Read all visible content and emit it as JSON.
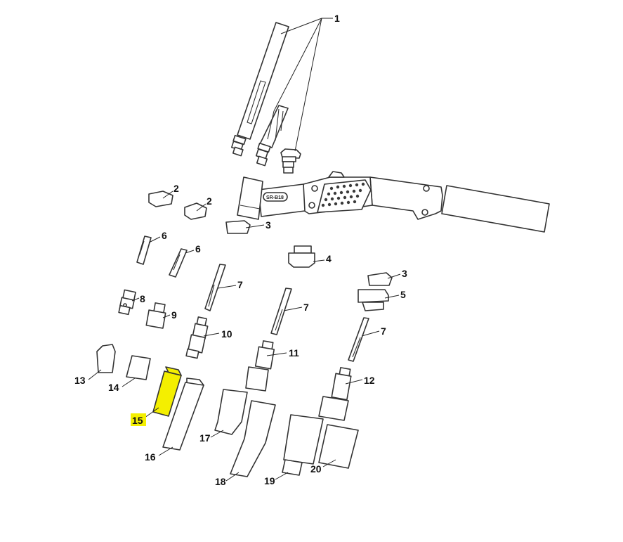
{
  "diagram": {
    "highlighted_part": "15",
    "highlight_color": "#f4ef00",
    "torch_model_label": "SR-B18",
    "callouts": [
      {
        "id": "c1",
        "label": "1"
      },
      {
        "id": "c2a",
        "label": "2"
      },
      {
        "id": "c2b",
        "label": "2"
      },
      {
        "id": "c3a",
        "label": "3"
      },
      {
        "id": "c3b",
        "label": "3"
      },
      {
        "id": "c4",
        "label": "4"
      },
      {
        "id": "c5",
        "label": "5"
      },
      {
        "id": "c6a",
        "label": "6"
      },
      {
        "id": "c6b",
        "label": "6"
      },
      {
        "id": "c7a",
        "label": "7"
      },
      {
        "id": "c7b",
        "label": "7"
      },
      {
        "id": "c7c",
        "label": "7"
      },
      {
        "id": "c8",
        "label": "8"
      },
      {
        "id": "c9",
        "label": "9"
      },
      {
        "id": "c10",
        "label": "10"
      },
      {
        "id": "c11",
        "label": "11"
      },
      {
        "id": "c12",
        "label": "12"
      },
      {
        "id": "c13",
        "label": "13"
      },
      {
        "id": "c14",
        "label": "14"
      },
      {
        "id": "c15",
        "label": "15"
      },
      {
        "id": "c16",
        "label": "16"
      },
      {
        "id": "c17",
        "label": "17"
      },
      {
        "id": "c18",
        "label": "18"
      },
      {
        "id": "c19",
        "label": "19"
      },
      {
        "id": "c20",
        "label": "20"
      }
    ]
  }
}
